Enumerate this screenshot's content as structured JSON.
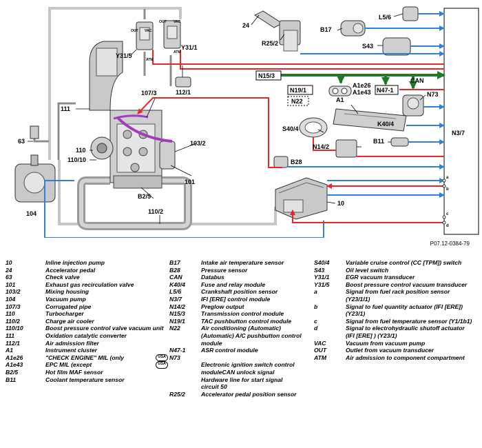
{
  "diagram": {
    "labels": {
      "l24": "24",
      "l_r25_2": "R25/2",
      "l_b17": "B17",
      "l_l5_6": "L5/6",
      "l_s43": "S43",
      "l_y31_5": "Y31/5",
      "l_y31_1": "Y31/1",
      "l_112_1": "112/1",
      "l_out1": "OUT",
      "l_vac1": "VAC",
      "l_atm1": "ATM",
      "l_out2": "OUT",
      "l_vac2": "VAC",
      "l_atm2": "ATM",
      "l_n15_3": "N15/3",
      "l_can": "CAN",
      "l_a1e26": "A1e26",
      "l_a1e43": "A1e43",
      "l_a1": "A1",
      "l_n19_1": "N19/1",
      "l_n47_1": "N47-1",
      "l_n22": "N22",
      "l_n73": "N73",
      "l_111": "111",
      "l_107_3": "107/3",
      "l_63": "63",
      "l_110": "110",
      "l_110_10": "110/10",
      "l_103_2": "103/2",
      "l_101": "101",
      "l_b2_5": "B2/5",
      "l_110_2": "110/2",
      "l_104": "104",
      "l_s40_4": "S40/4",
      "l_k40_4": "K40/4",
      "l_n14_2": "N14/2",
      "l_b11": "B11",
      "l_b28": "B28",
      "l_10": "10",
      "l_n3_7": "N3/7",
      "l_a": "a",
      "l_b": "b",
      "l_c": "c",
      "l_d": "d"
    },
    "colors": {
      "red": "#e8262b",
      "blue": "#2f7fd6",
      "green": "#1f7a28",
      "purple": "#a23bbf",
      "gray": "#9a9a9a"
    },
    "ref": "P07.12-0384-79"
  },
  "legend": {
    "col1": [
      {
        "code": "10",
        "desc": "Inline injection pump"
      },
      {
        "code": "24",
        "desc": "Accelerator pedal"
      },
      {
        "code": "63",
        "desc": "Check valve"
      },
      {
        "code": "101",
        "desc": "Exhaust gas recirculation valve"
      },
      {
        "code": "103/2",
        "desc": "Mixing housing"
      },
      {
        "code": "104",
        "desc": "Vacuum pump"
      },
      {
        "code": "107/3",
        "desc": "Corrugated pipe"
      },
      {
        "code": "110",
        "desc": "Turbocharger"
      },
      {
        "code": "110/2",
        "desc": "Charge air cooler"
      },
      {
        "code": "110/10",
        "desc": "Boost pressure control valve vacuum unit"
      },
      {
        "code": "111",
        "desc": "Oxidation catalytic converter"
      },
      {
        "code": "112/1",
        "desc": "Air admission filter"
      },
      {
        "code": "A1",
        "desc": "Instrument cluster"
      },
      {
        "code": "A1e26",
        "desc": "\"CHECK ENGINE\" MIL (only",
        "badge": "USA"
      },
      {
        "code": "A1e43",
        "desc": "EPC MIL (except",
        "badge": "USA"
      },
      {
        "code": "B2/5",
        "desc": "Hot film MAF sensor"
      },
      {
        "code": "B11",
        "desc": "Coolant temperature sensor"
      }
    ],
    "col2": [
      {
        "code": "B17",
        "desc": "Intake air temperature sensor"
      },
      {
        "code": "B28",
        "desc": "Pressure sensor"
      },
      {
        "code": "CAN",
        "desc": "Databus"
      },
      {
        "code": "K40/4",
        "desc": "Fuse and relay module"
      },
      {
        "code": "L5/6",
        "desc": "Crankshaft position sensor"
      },
      {
        "code": "N3/7",
        "desc": "IFI [ERE] control module"
      },
      {
        "code": "N14/2",
        "desc": "Preglow output"
      },
      {
        "code": "N15/3",
        "desc": "Transmission control module"
      },
      {
        "code": "N19/1",
        "desc": "TAC pushbutton control module"
      },
      {
        "code": "N22",
        "desc": "Air conditioning (Automatic) (Automatic) A/C pushbutton control module"
      },
      {
        "code": "N47-1",
        "desc": "ASR control module"
      },
      {
        "code": "N73",
        "desc": ""
      },
      {
        "code": "",
        "desc": "Electronic ignition switch control"
      },
      {
        "code": "",
        "desc": "moduleCAN unlock signal"
      },
      {
        "code": "",
        "desc": "Hardware line for start signal"
      },
      {
        "code": "",
        "desc": "circuit 50"
      },
      {
        "code": "R25/2",
        "desc": "Accelerator pedal position sensor"
      }
    ],
    "col3": [
      {
        "code": "S40/4",
        "desc": "Variable cruise control (CC [TPM]) switch"
      },
      {
        "code": "S43",
        "desc": "Oil level switch"
      },
      {
        "code": "Y31/1",
        "desc": "EGR vacuum transducer"
      },
      {
        "code": "Y31/5",
        "desc": "Boost pressure control vacuum transducer"
      },
      {
        "code": "a",
        "desc": "Signal from fuel rack position sensor (Y23/1l1)"
      },
      {
        "code": "b",
        "desc": "Signal to fuel quantity actuator (IFI [ERE]) (Y23/1)"
      },
      {
        "code": "c",
        "desc": "Signal from fuel temperature sensor (Y1/1b1)"
      },
      {
        "code": "d",
        "desc": "Signal to electrohydraulic shutoff actuator (IFI [ERE] ) (Y23/1)"
      },
      {
        "code": "VAC",
        "desc": "Vacuum from vacuum pump"
      },
      {
        "code": "OUT",
        "desc": "Outlet from vacuum transducer"
      },
      {
        "code": "ATM",
        "desc": "Air admission to component compartment"
      }
    ]
  }
}
